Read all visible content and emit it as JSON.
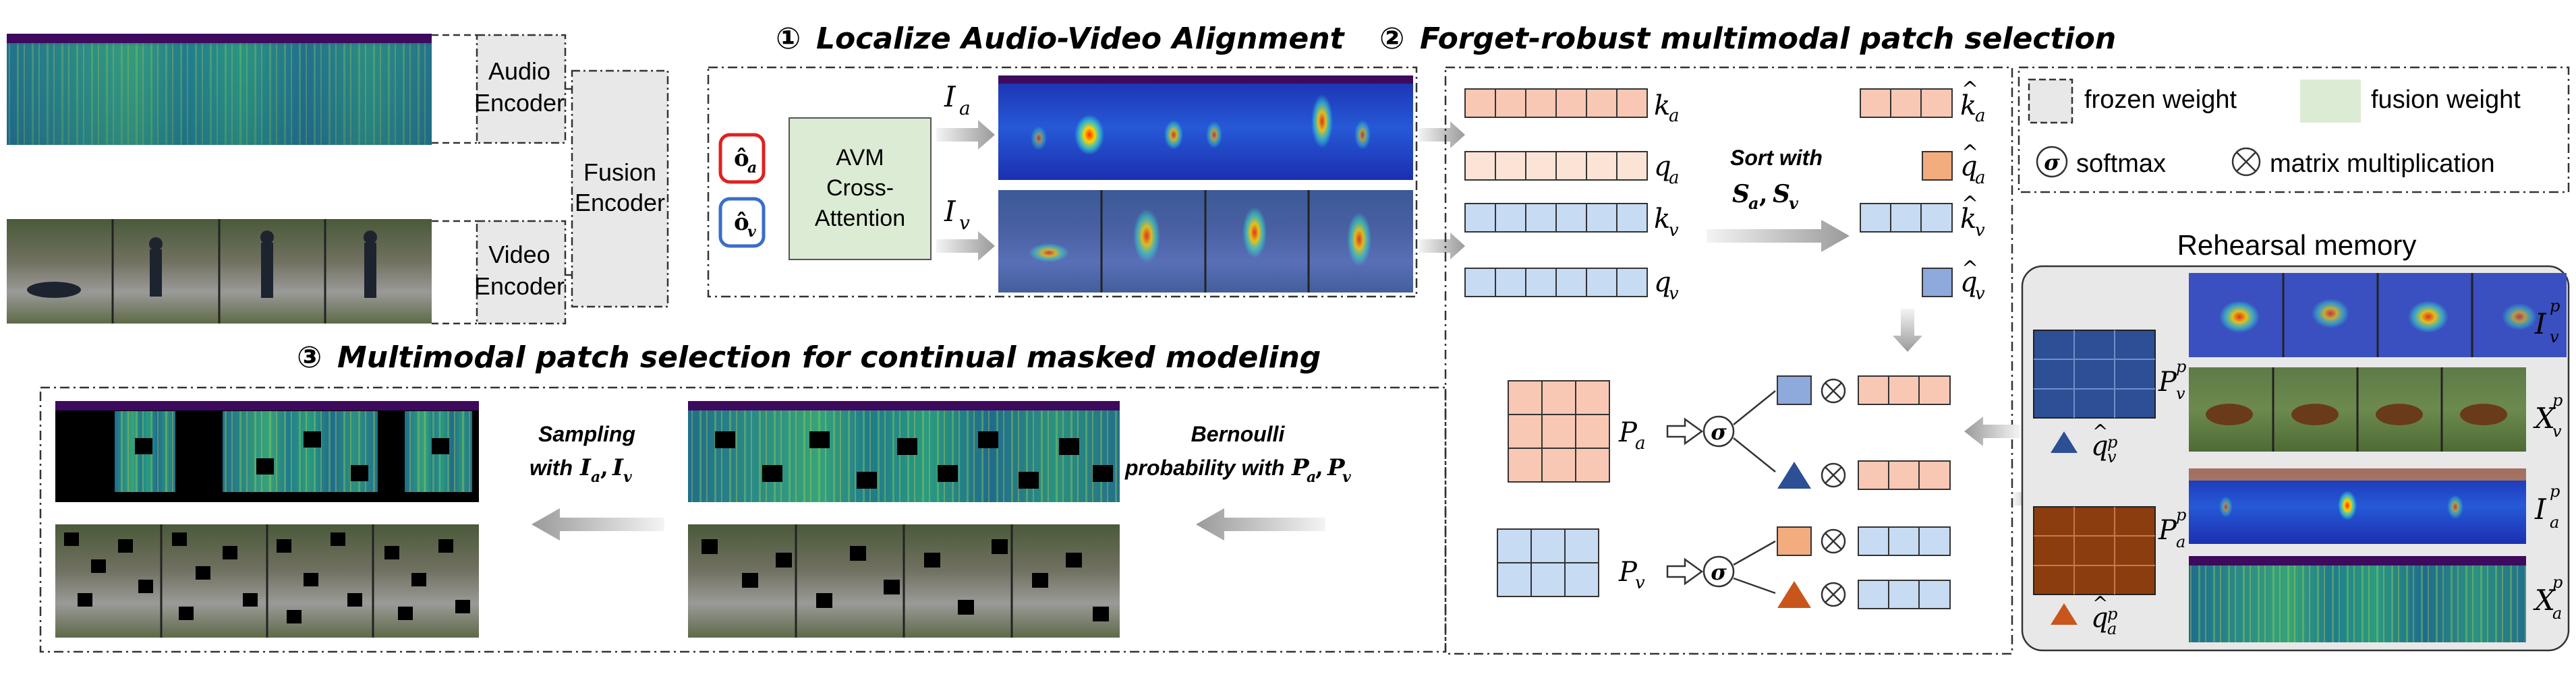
{
  "sections": {
    "s1": {
      "num": "①",
      "title": "Localize Audio-Video Alignment"
    },
    "s2": {
      "num": "②",
      "title": "Forget-robust multimodal patch selection"
    },
    "s3": {
      "num": "③",
      "title": "Multimodal patch selection for continual masked modeling"
    }
  },
  "encoders": {
    "audio": [
      "Audio",
      "Encoder"
    ],
    "video": [
      "Video",
      "Encoder"
    ],
    "fusion": [
      "Fusion",
      "Encoder"
    ]
  },
  "cross_attention": [
    "AVM",
    "Cross-",
    "Attention"
  ],
  "tokens": {
    "oa": "ô",
    "oa_sub": "a",
    "ov": "ô",
    "ov_sub": "v"
  },
  "labels": {
    "I": "I",
    "a": "a",
    "v": "v",
    "k": "k",
    "q": "q",
    "P": "P",
    "X": "X",
    "p": "p",
    "sort_with": "Sort with",
    "sort_S": "S",
    "comma": ",",
    "bernoulli": "Bernoulli",
    "prob_with": "probability with ",
    "sampling": "Sampling",
    "with": "with ",
    "sigma": "σ",
    "otimes": "⊗",
    "hat": "^"
  },
  "legend": {
    "frozen": "frozen weight",
    "fusion": "fusion weight",
    "softmax": "softmax",
    "matmul": "matrix multiplication"
  },
  "rehearsal": {
    "title": "Rehearsal memory"
  },
  "colors": {
    "audio_patch": "#f8c8b4",
    "audio_patch_light": "#fbe4d6",
    "video_patch": "#c7dbf3",
    "audio_query": "#f2ac7e",
    "video_query": "#8ea9dc",
    "memory_video": "#2c4f95",
    "memory_audio": "#8c3d0f",
    "frozen": "#e8e8e8",
    "fusion": "#dcebd3",
    "token_audio": "#e02020",
    "token_video": "#3a6ec9",
    "arrow": "#a6a6a6"
  }
}
